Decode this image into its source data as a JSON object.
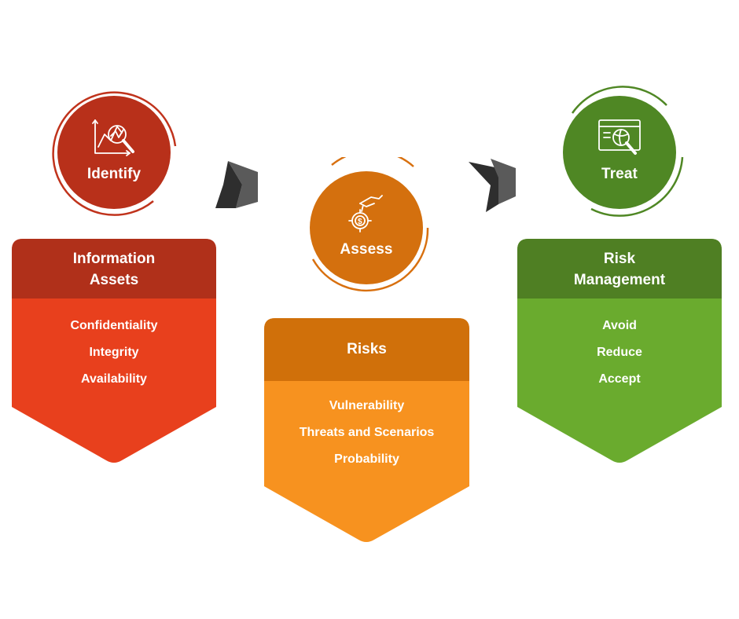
{
  "stages": [
    {
      "id": "identify",
      "label": "Identify",
      "icon": "analytics-magnifier-icon",
      "header": [
        "Information",
        "Assets"
      ],
      "items": [
        "Confidentiality",
        "Integrity",
        "Availability"
      ],
      "colors": {
        "circle": "#b8301a",
        "ring": "#c0331c",
        "header": "#b0301a",
        "body": "#e8401d"
      }
    },
    {
      "id": "assess",
      "label": "Assess",
      "icon": "hand-coin-gear-icon",
      "header": [
        "Risks"
      ],
      "items": [
        "Vulnerability",
        "Threats and Scenarios",
        "Probability"
      ],
      "colors": {
        "circle": "#d4700e",
        "ring": "#d8700f",
        "header": "#d0700a",
        "body": "#f7921f"
      }
    },
    {
      "id": "treat",
      "label": "Treat",
      "icon": "browser-globe-magnifier-icon",
      "header": [
        "Risk",
        "Management"
      ],
      "items": [
        "Avoid",
        "Reduce",
        "Accept"
      ],
      "colors": {
        "circle": "#4f8724",
        "ring": "#4f8724",
        "header": "#4f7f23",
        "body": "#6aab2e"
      }
    }
  ],
  "arrow_color": "#3d3d3d"
}
